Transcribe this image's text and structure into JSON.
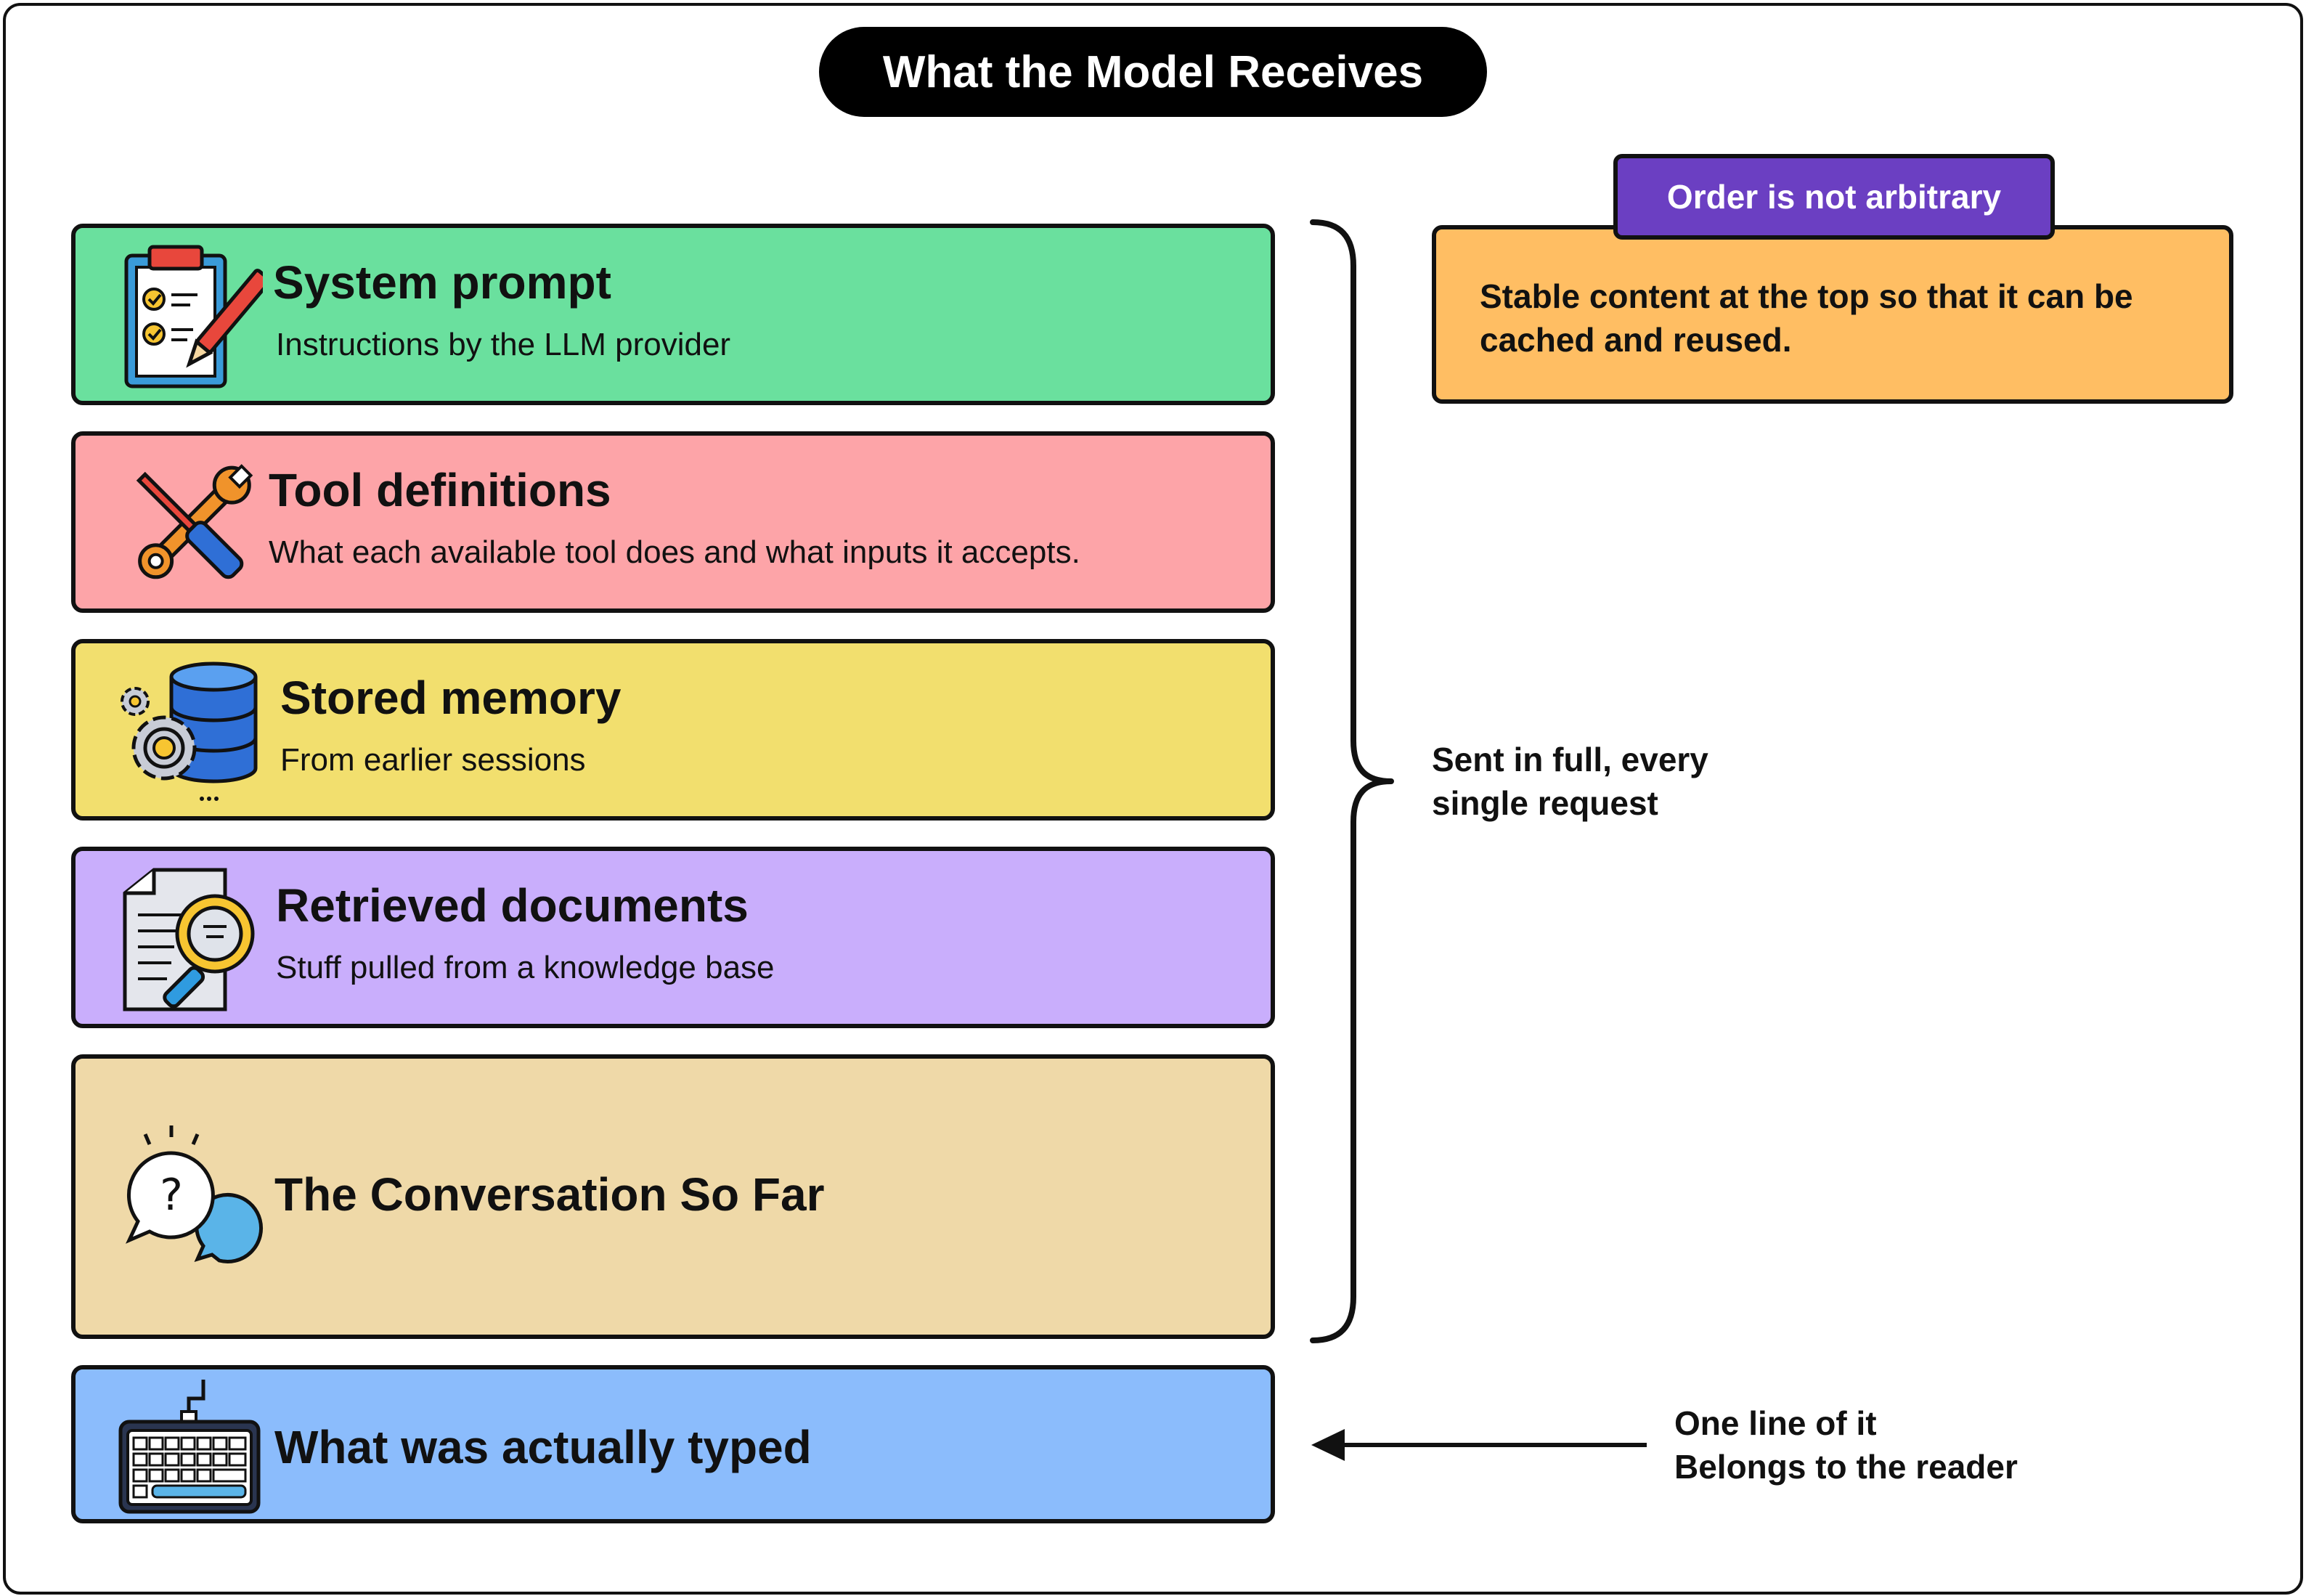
{
  "title": "What the Model Receives",
  "blocks": [
    {
      "heading": "System prompt",
      "sub": "Instructions by the LLM provider",
      "color": "#6ae09e",
      "icon": "clipboard-checklist-icon"
    },
    {
      "heading": "Tool definitions",
      "sub": "What each available tool does and what inputs it accepts.",
      "color": "#fda4a8",
      "icon": "wrench-screwdriver-icon"
    },
    {
      "heading": "Stored memory",
      "sub": "From earlier sessions",
      "color": "#f2df6e",
      "icon": "database-gear-icon"
    },
    {
      "heading": "Retrieved documents",
      "sub": "Stuff pulled from a knowledge base",
      "color": "#c9aefc",
      "icon": "document-magnifier-icon"
    },
    {
      "heading": "The Conversation So Far",
      "sub": "",
      "color": "#efd9a8",
      "icon": "chat-bubbles-icon"
    },
    {
      "heading": "What was actually typed",
      "sub": "",
      "color": "#8bbcfc",
      "icon": "keyboard-icon"
    }
  ],
  "note": {
    "tab_label": "Order is not arbitrary",
    "tab_color": "#6b3fc2",
    "text": "Stable content at the top so that it can be cached and reused.",
    "box_color": "#ffbe63"
  },
  "brace_label": {
    "line1": "Sent in full, every",
    "line2": "single request"
  },
  "arrow_label": {
    "line1": "One line of it",
    "line2": "Belongs to the reader"
  }
}
